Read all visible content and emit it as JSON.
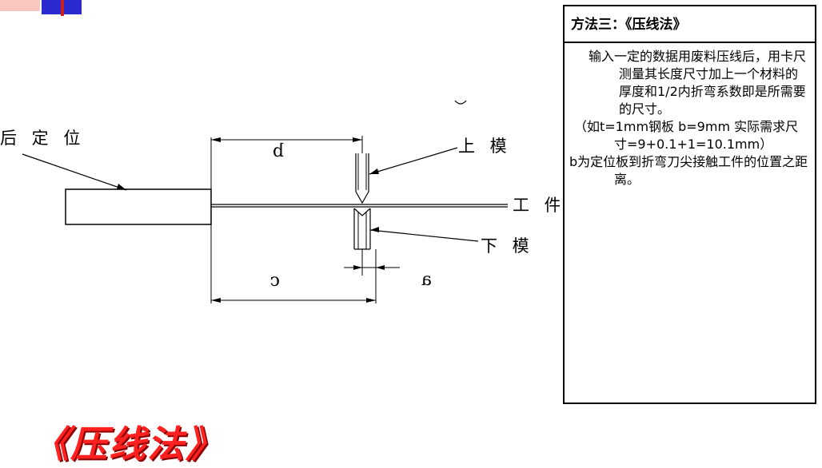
{
  "diagram": {
    "labels": {
      "back_gauge": "后 定 位",
      "upper_die": "上 模",
      "workpiece": "工 件",
      "lower_die": "下 模"
    },
    "dims": {
      "b": "b",
      "c": "c",
      "a": "a"
    }
  },
  "panel": {
    "title": "方法三：《压线法》",
    "paragraphs": [
      "输入一定的数据用废料压线后，用卡尺测量其长度尺寸加上一个材料的厚度和1/2内折弯系数即是所需要的尺寸。",
      "（如t=1mm钢板  b=9mm  实际需求尺寸=9+0.1+1=10.1mm）",
      "b为定位板到折弯刀尖接触工件的位置之距离。"
    ]
  },
  "bottom_title": "《压线法》",
  "colors": {
    "accent_red": "#ff2020",
    "deco_blue": "#2a2ad0",
    "deco_pink": "#f4a0a0"
  }
}
